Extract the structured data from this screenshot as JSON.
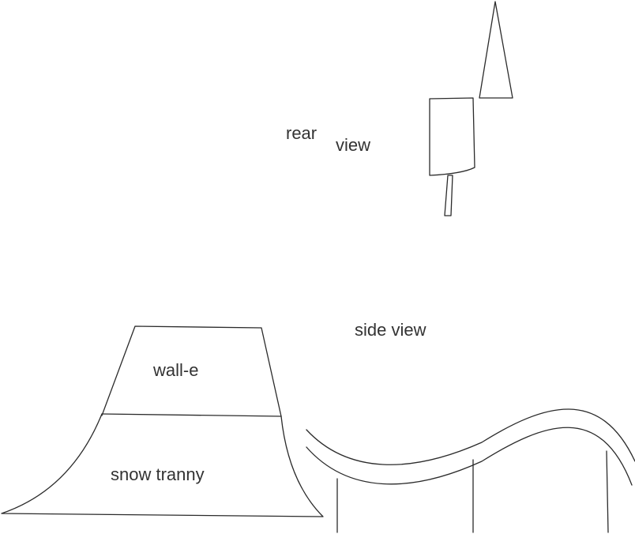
{
  "labels": {
    "rear": "rear",
    "view": "view",
    "side_view": "side view",
    "wall_e": "wall-e",
    "snow_tranny": "snow tranny"
  },
  "colors": {
    "line": "#2b2b2b",
    "text": "#333333",
    "background": "#ffffff"
  }
}
